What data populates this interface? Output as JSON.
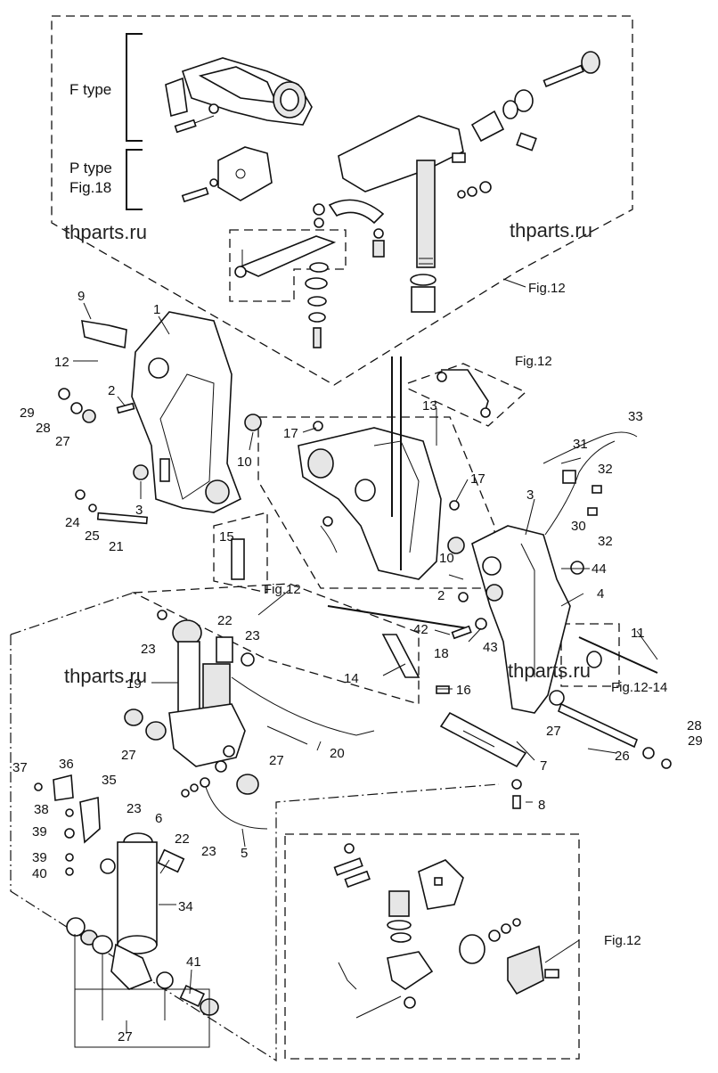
{
  "type_labels": {
    "f_type": "F type",
    "p_type": "P type",
    "p_type_fig": "Fig.18"
  },
  "watermarks": [
    "thparts.ru",
    "thparts.ru",
    "thparts.ru",
    "thparts.ru"
  ],
  "figure_refs": {
    "ref_upper_right": "Fig.12",
    "ref_middle": "Fig.12",
    "ref_center_left": "Fig.12",
    "ref_right": "Fig.12-14",
    "ref_bottom": "Fig.12"
  },
  "callouts": {
    "c1": "1",
    "c2a": "2",
    "c2b": "2",
    "c3a": "3",
    "c3b": "3",
    "c4": "4",
    "c5": "5",
    "c6": "6",
    "c7": "7",
    "c8": "8",
    "c9": "9",
    "c10a": "10",
    "c10b": "10",
    "c11": "11",
    "c12": "12",
    "c13": "13",
    "c14": "14",
    "c15": "15",
    "c16": "16",
    "c17a": "17",
    "c17b": "17",
    "c18": "18",
    "c19": "19",
    "c20": "20",
    "c21": "21",
    "c22a": "22",
    "c22b": "22",
    "c23a": "23",
    "c23b": "23",
    "c23c": "23",
    "c23d": "23",
    "c24": "24",
    "c25": "25",
    "c26": "26",
    "c27a": "27",
    "c27b": "27",
    "c27c": "27",
    "c27d": "27",
    "c27e": "27",
    "c28a": "28",
    "c28b": "28",
    "c29a": "29",
    "c29b": "29",
    "c30": "30",
    "c31": "31",
    "c32a": "32",
    "c32b": "32",
    "c33": "33",
    "c34": "34",
    "c35": "35",
    "c36": "36",
    "c37": "37",
    "c38": "38",
    "c39a": "39",
    "c39b": "39",
    "c40": "40",
    "c41": "41",
    "c42": "42",
    "c43": "43",
    "c44": "44"
  }
}
